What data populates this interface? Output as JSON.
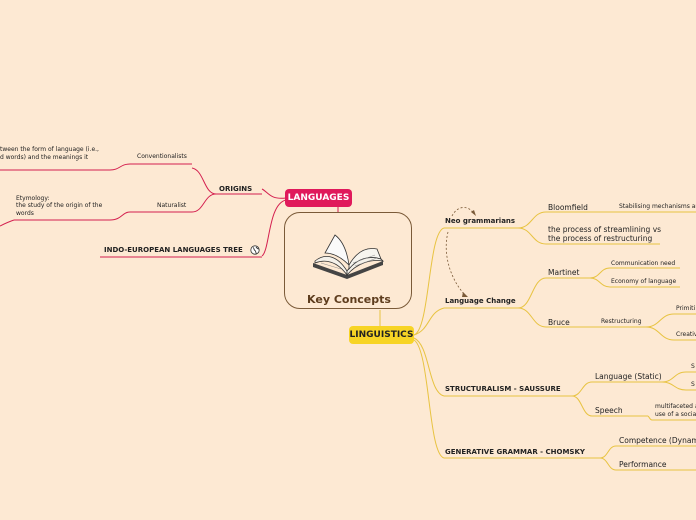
{
  "central": {
    "title": "Key Concepts",
    "icon": "open-book-icon"
  },
  "colors": {
    "languages": "#e0195b",
    "linguistics": "#f7d425",
    "languages_line": "#d4204f",
    "linguistics_line": "#e8c341",
    "background": "#fde9d3"
  },
  "languages": {
    "label": "LANGUAGES",
    "origins": {
      "label": "ORIGINS",
      "conventionalists": {
        "label": "Conventionalists",
        "note_line1": "tween the form of language (i.e.,",
        "note_line2": "d words) and the meanings it"
      },
      "naturalist": {
        "label": "Naturalist",
        "note_line1": "Etymology:",
        "note_line2": "the study of the origin of the",
        "note_line3": "words"
      }
    },
    "indo_european": {
      "label": "INDO-EUROPEAN LANGUAGES TREE",
      "icon": "globe-icon"
    }
  },
  "linguistics": {
    "label": "LINGUISTICS",
    "neo_grammarians": {
      "label": "Neo grammarians",
      "bloomfield": {
        "label": "Bloomfield",
        "child": "Stabilising mechanisms ar"
      },
      "process_line1": "the process of streamlining vs",
      "process_line2": "the process of restructuring"
    },
    "language_change": {
      "label": "Language Change",
      "martinet": {
        "label": "Martinet",
        "children": [
          "Communication need",
          "Economy of language"
        ]
      },
      "bruce": {
        "label": "Bruce",
        "restructuring": "Restructuring",
        "children": [
          "Primiti",
          "Creativ"
        ]
      }
    },
    "structuralism": {
      "label": "STRUCTURALISM - SAUSSURE",
      "language_static": {
        "label": "Language (Static)",
        "children": [
          "S",
          "S"
        ]
      },
      "speech": {
        "label": "Speech",
        "note_line1": "multifaceted a",
        "note_line2": "use of a socia"
      }
    },
    "generative": {
      "label": "GENERATIVE GRAMMAR - CHOMSKY",
      "children": [
        "Competence (Dynami",
        "Performance"
      ]
    }
  }
}
